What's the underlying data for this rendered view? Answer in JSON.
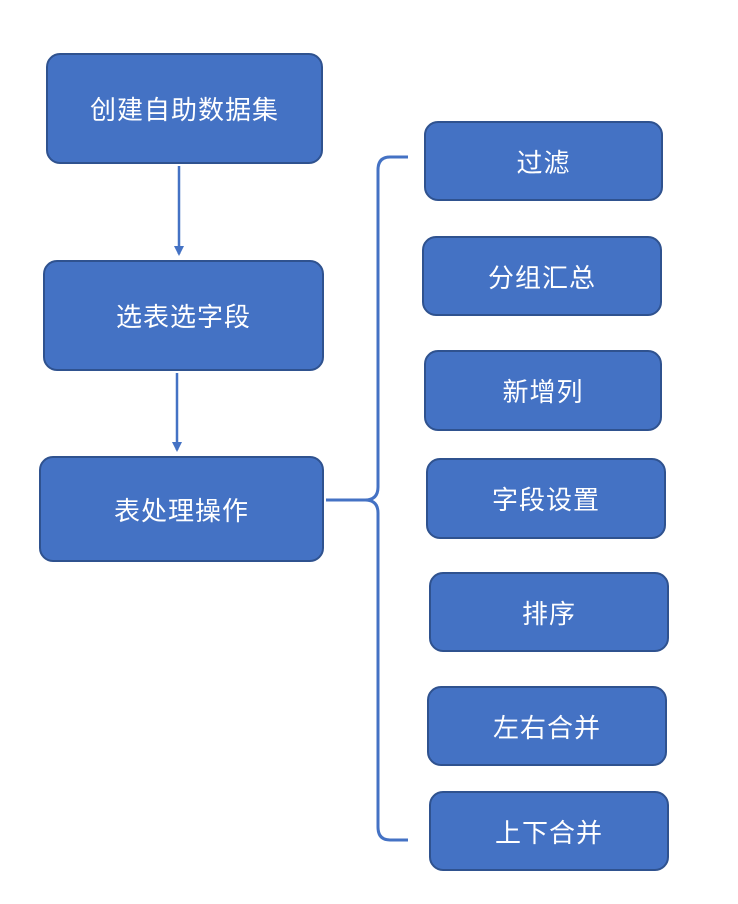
{
  "flow": {
    "create": "创建自助数据集",
    "select": "选表选字段",
    "process": "表处理操作"
  },
  "operations": [
    "过滤",
    "分组汇总",
    "新增列",
    "字段设置",
    "排序",
    "左右合并",
    "上下合并"
  ],
  "colors": {
    "node_fill": "#4472c4",
    "node_border": "#2f528f",
    "connector": "#4472c4",
    "text": "#ffffff"
  }
}
